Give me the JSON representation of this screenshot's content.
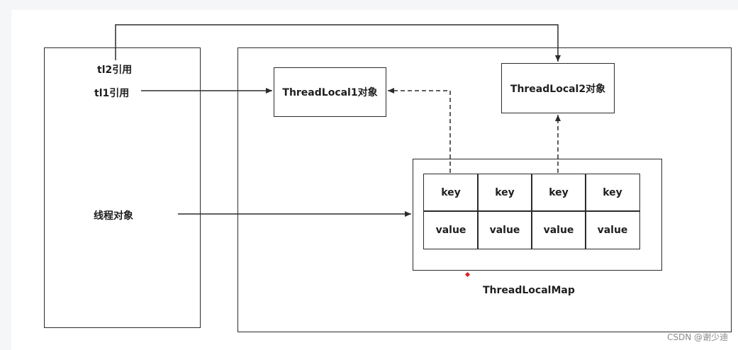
{
  "thread_box": {
    "tl2_ref": "tl2引用",
    "tl1_ref": "tl1引用",
    "thread_object": "线程对象"
  },
  "threadlocal1": {
    "label": "ThreadLocal1对象"
  },
  "threadlocal2": {
    "label": "ThreadLocal2对象"
  },
  "map": {
    "label": "ThreadLocalMap",
    "keys": [
      "key",
      "key",
      "key",
      "key"
    ],
    "values": [
      "value",
      "value",
      "value",
      "value"
    ]
  },
  "watermark": "CSDN @谢少迪"
}
